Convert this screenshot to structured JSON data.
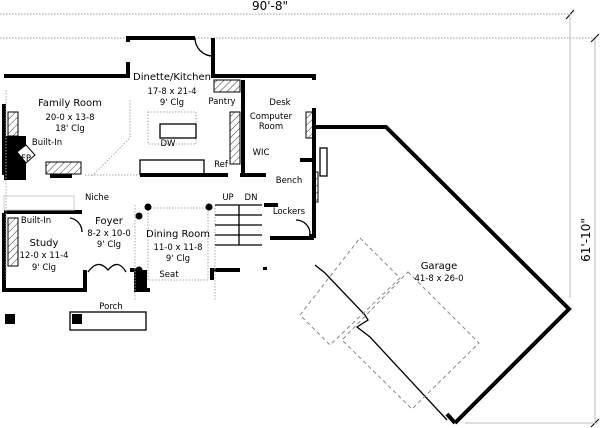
{
  "dimensions": {
    "width": "90'-8\"",
    "depth": "61'-10\""
  },
  "rooms": {
    "family_room": {
      "name": "Family Room",
      "size": "20-0 x 13-8",
      "ceiling": "18' Clg"
    },
    "dinette_kitchen": {
      "name": "Dinette/Kitchen",
      "size": "17-8 x 21-4",
      "ceiling": "9' Clg"
    },
    "foyer": {
      "name": "Foyer",
      "size": "8-2 x 10-0",
      "ceiling": "9' Clg"
    },
    "dining_room": {
      "name": "Dining Room",
      "size": "11-0 x 11-8",
      "ceiling": "9' Clg"
    },
    "study": {
      "name": "Study",
      "size": "12-0 x 11-4",
      "ceiling": "9' Clg"
    },
    "garage": {
      "name": "Garage",
      "size": "41-8 x 26-0"
    },
    "computer_room": {
      "name_line1": "Computer",
      "name_line2": "Room"
    }
  },
  "labels": {
    "pantry": "Pantry",
    "desk": "Desk",
    "dw": "DW",
    "ref": "Ref",
    "wic": "WIC",
    "built_in_family": "Built-In",
    "fp": "FP",
    "niche": "Niche",
    "built_in_study": "Built-In",
    "bench": "Bench",
    "lockers": "Lockers",
    "up": "UP",
    "dn": "DN",
    "seat": "Seat",
    "porch": "Porch"
  }
}
